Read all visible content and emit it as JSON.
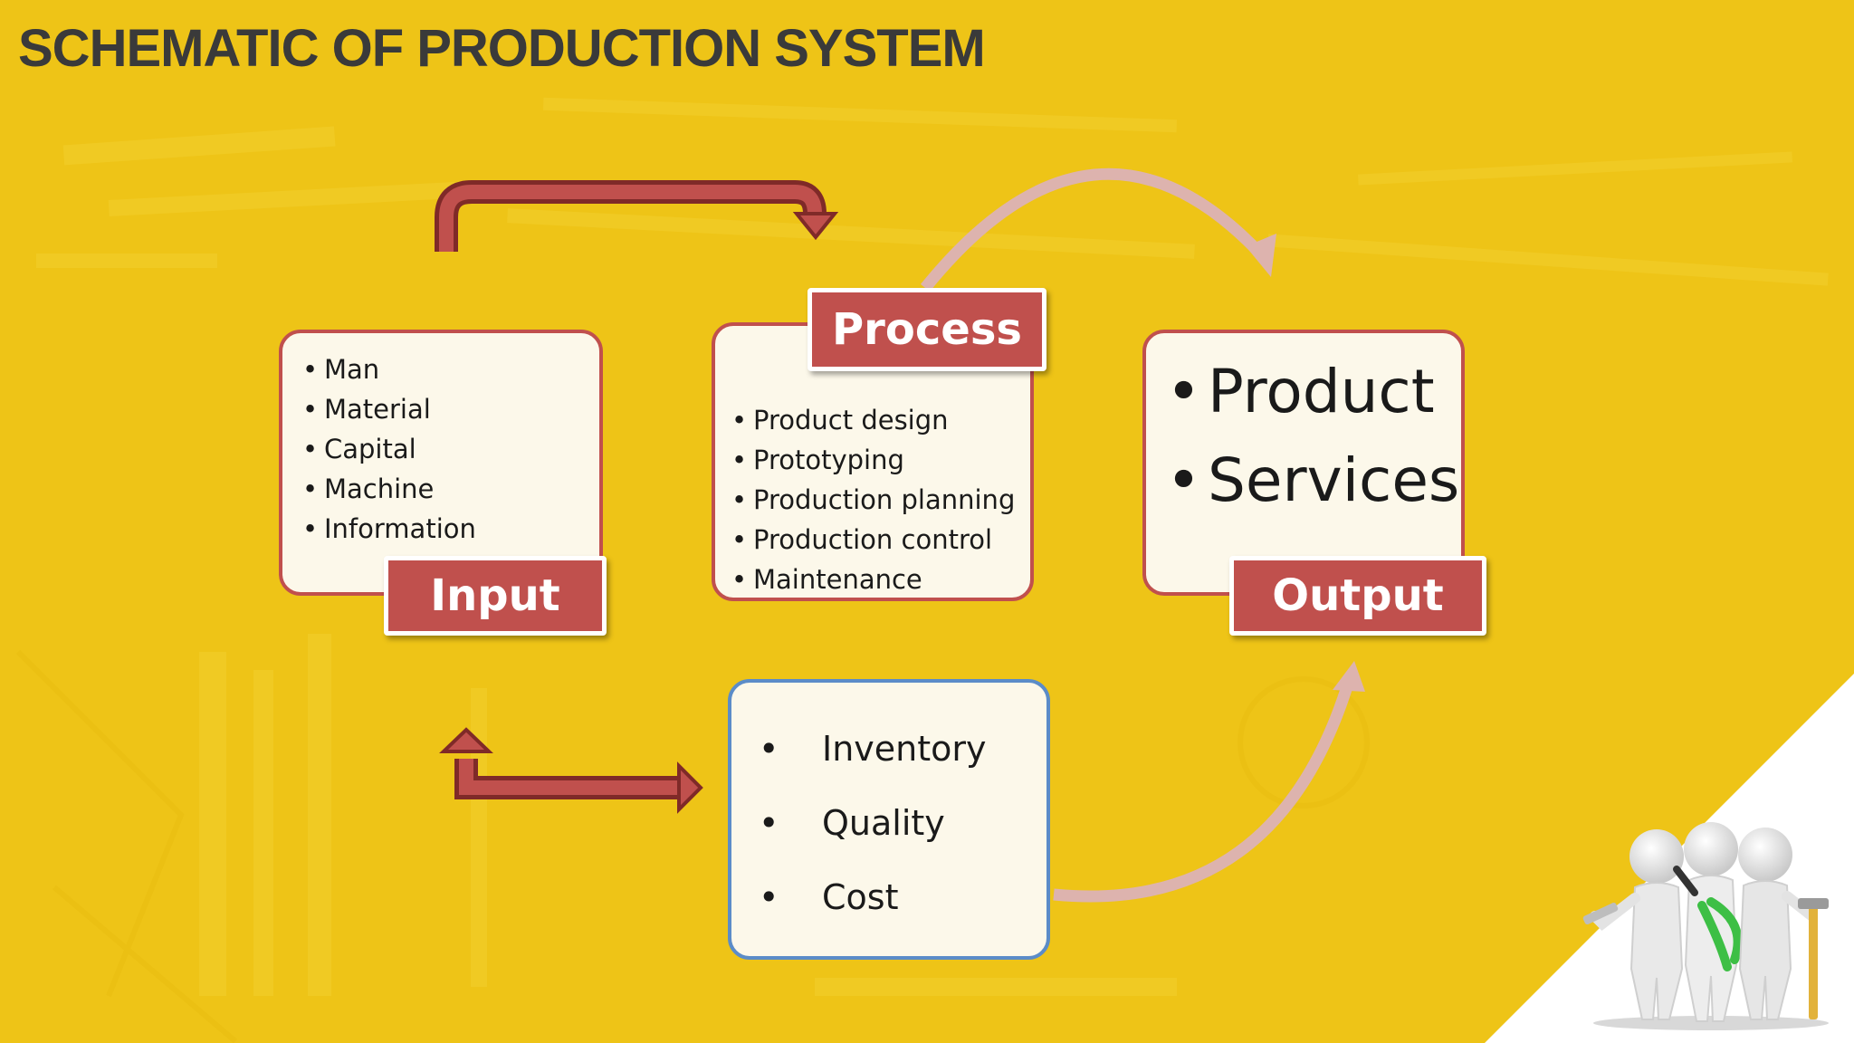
{
  "title": "SCHEMATIC OF PRODUCTION SYSTEM",
  "colors": {
    "background": "#EEC417",
    "box_fill": "#FCF8EA",
    "accent_red": "#C0504D",
    "measures_border": "#5B8CC8",
    "cycle_arrow": "#DDB3AE",
    "title_text": "#3A3A3A"
  },
  "input": {
    "label": "Input",
    "items": [
      "Man",
      "Material",
      "Capital",
      "Machine",
      "Information"
    ]
  },
  "process": {
    "label": "Process",
    "items": [
      "Product design",
      "Prototyping",
      "Production planning",
      "Production control",
      "Maintenance"
    ]
  },
  "output": {
    "label": "Output",
    "items": [
      "Product",
      "Services"
    ]
  },
  "measures": {
    "items": [
      "Inventory",
      "Quality",
      "Cost"
    ]
  },
  "illustration": {
    "icon": "team-with-tools-illustration"
  }
}
